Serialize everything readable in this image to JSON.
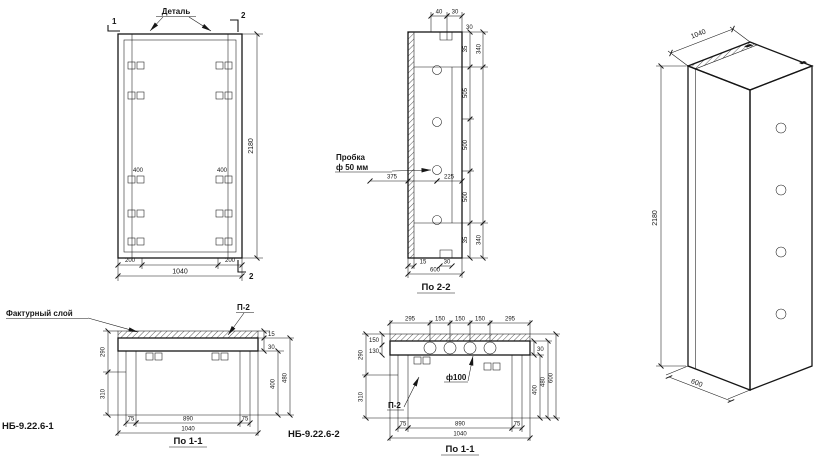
{
  "front": {
    "detail_label": "Деталь",
    "cut_left": "1",
    "cut_top": "2",
    "cut_bottom": "2",
    "dim_height": "2180",
    "dim_total": "1040",
    "dim_200_left": "200",
    "dim_200_right": "200",
    "dim_400_left": "400",
    "dim_400_right": "400"
  },
  "s22": {
    "title": "По 2-2",
    "plug_line1": "Пробка",
    "plug_line2": "ф 50 мм",
    "top_dims": [
      "40",
      "30"
    ],
    "top_right_dim": "30",
    "right_a": [
      "35",
      "505",
      "500",
      "500",
      "35"
    ],
    "right_b": [
      "340",
      "340"
    ],
    "mid_dims": [
      "375",
      "225"
    ],
    "bottom_dims": [
      "15",
      "30"
    ],
    "dim_total": "600"
  },
  "iso": {
    "dim_width": "1040",
    "dim_height": "2180",
    "dim_depth": "600"
  },
  "s11a": {
    "mark": "НБ-9.22.6-1",
    "title": "По 1-1",
    "texture_label": "Фактурный слой",
    "p2_label": "П-2",
    "left_dims": [
      "290",
      "310"
    ],
    "right_dims": [
      "15",
      "30",
      "400",
      "480"
    ],
    "bottom_dims": [
      "75",
      "890",
      "75"
    ],
    "dim_total": "1040"
  },
  "s11b": {
    "mark": "НБ-9.22.6-2",
    "title": "По 1-1",
    "p2_label": "П-2",
    "hole_label": "ф100",
    "top_dims": [
      "295",
      "150",
      "150",
      "150",
      "295"
    ],
    "left_small_dims": [
      "150",
      "130"
    ],
    "left_dims": [
      "290",
      "310"
    ],
    "right_small_dim": "30",
    "right_dims": [
      "400",
      "480",
      "600"
    ],
    "bottom_dims": [
      "75",
      "890",
      "75"
    ],
    "dim_total": "1040"
  }
}
